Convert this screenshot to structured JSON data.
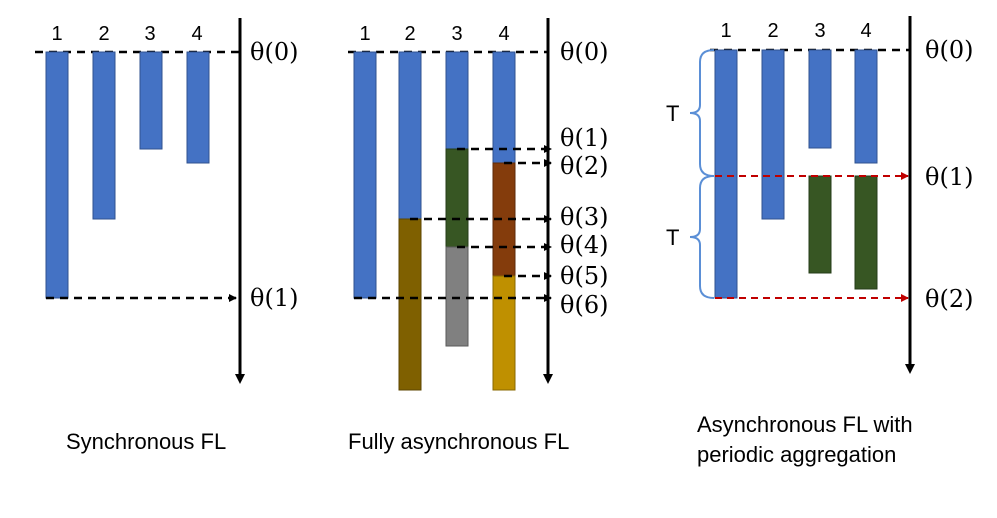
{
  "panels": [
    {
      "caption_lines": [
        "Synchronous FL"
      ],
      "client_labels": [
        "1",
        "2",
        "3",
        "4"
      ],
      "theta_labels": [
        "θ(0)",
        "θ(1)"
      ]
    },
    {
      "caption_lines": [
        "Fully asynchronous FL"
      ],
      "client_labels": [
        "1",
        "2",
        "3",
        "4"
      ],
      "theta_labels": [
        "θ(0)",
        "θ(1)",
        "θ(2)",
        "θ(3)",
        "θ(4)",
        "θ(5)",
        "θ(6)"
      ]
    },
    {
      "caption_lines": [
        "Asynchronous FL with",
        "periodic aggregation"
      ],
      "client_labels": [
        "1",
        "2",
        "3",
        "4"
      ],
      "theta_labels": [
        "θ(0)",
        "θ(1)",
        "θ(2)"
      ],
      "period_labels": [
        "T",
        "T"
      ]
    }
  ],
  "colors": {
    "blue": "#4472c4",
    "dark_green": "#375623",
    "olive_brown": "#7f6000",
    "rust": "#843c0c",
    "gray": "#808080",
    "gold": "#bf9000",
    "red_dash": "#c00000",
    "brace": "#5b8fd6"
  }
}
